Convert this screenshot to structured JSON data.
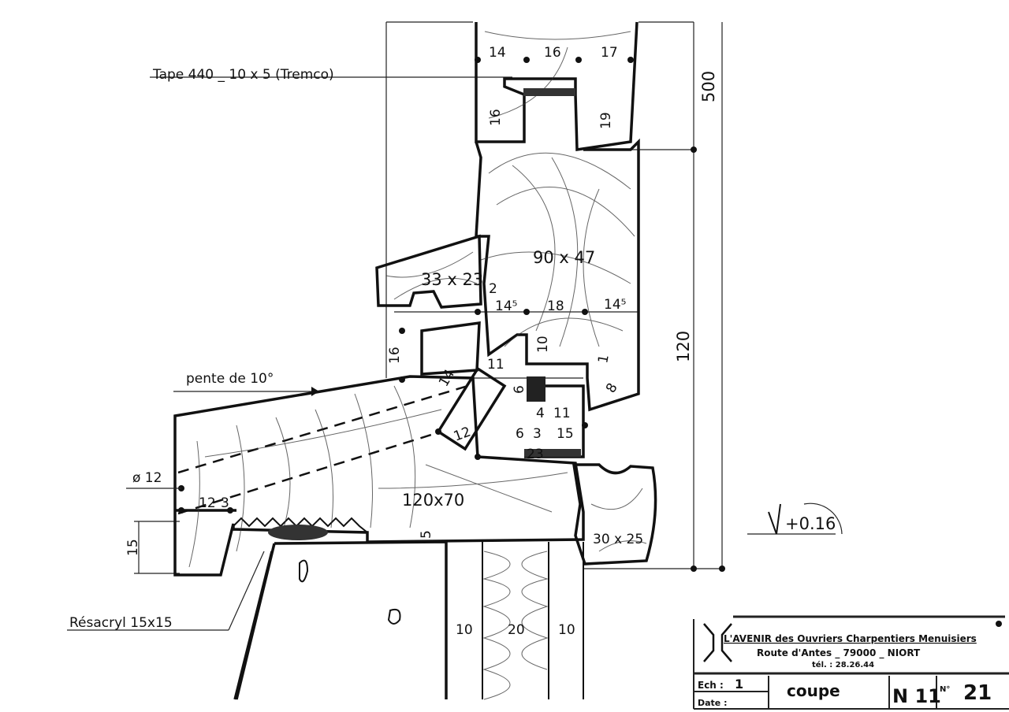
{
  "annotations": {
    "tape": "Tape 440 _ 10 x 5 (Tremco)",
    "slope": "pente de 10°",
    "drip_dia": "ø 12",
    "sealant": "Résacryl 15x15",
    "level": "+0.16"
  },
  "sections": {
    "upper_rail": "90 x 47",
    "bead": "33 x 23",
    "sill": "120x70",
    "nosing": "30 x 25"
  },
  "overall_dims": {
    "height_upper": "500",
    "height_lower": "120",
    "sill_height": "15"
  },
  "dims": {
    "d14a": "14",
    "d16a": "16",
    "d17": "17",
    "d16b": "16",
    "d19": "19",
    "d2": "2",
    "d145a": "14⁵",
    "d18": "18",
    "d145b": "14⁵",
    "d16c": "16",
    "d14b": "14",
    "d11": "11",
    "d10a": "10",
    "d1": "1",
    "d8": "8",
    "d6a": "6",
    "d4": "4",
    "d11b": "11",
    "d6b": "6",
    "d3a": "3",
    "d15": "15",
    "d23": "23",
    "d12a": "12",
    "d12b": "12",
    "d3b": "3",
    "d5": "5",
    "d10b": "10",
    "d20": "20",
    "d10c": "10"
  },
  "title_block": {
    "company": "L'AVENIR des Ouvriers Charpentiers Menuisiers",
    "address": "Route d'Antes _ 79000 _ NIORT",
    "phone": "tél. : 28.26.44",
    "scale_label": "Ech :",
    "scale_value": "1",
    "date_label": "Date :",
    "drawing_type": "coupe",
    "series": "N 11",
    "number_label": "N°",
    "number": "21"
  }
}
